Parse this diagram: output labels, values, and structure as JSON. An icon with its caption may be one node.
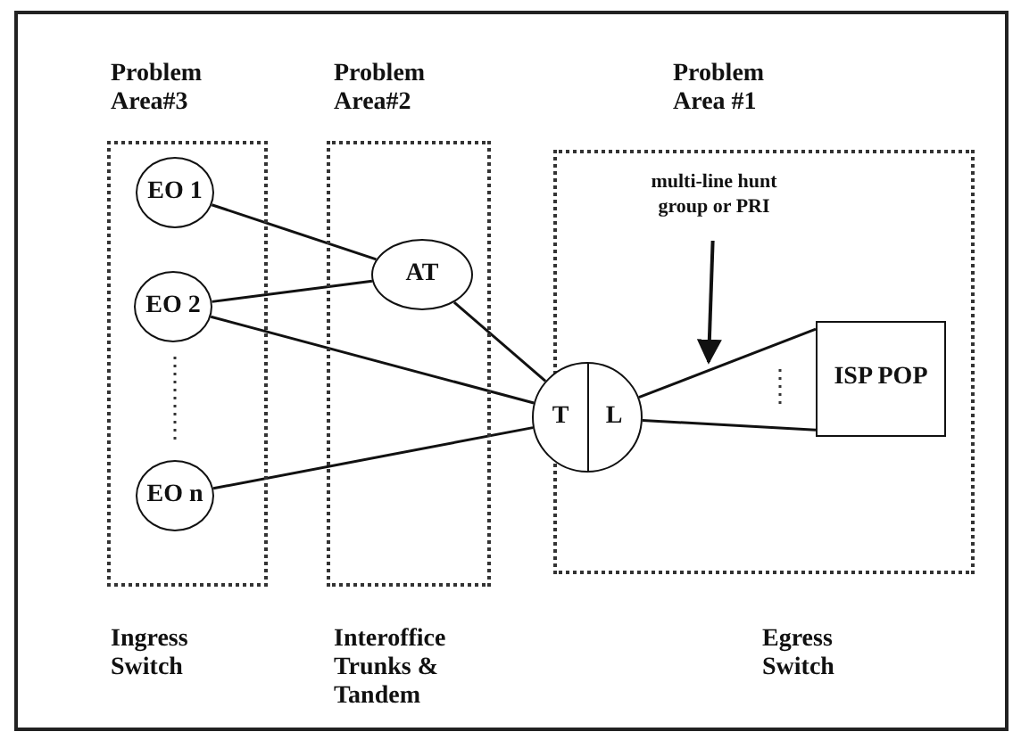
{
  "diagram": {
    "nodes": [
      {
        "text": [
          "Problem Area#3",
          "Ingress Switch"
        ]
      },
      {
        "text": [
          "EO 1"
        ],
        "in": 0
      },
      {
        "text": [
          "EO 2"
        ],
        "in": 0
      },
      {
        "text": [
          "EO n"
        ],
        "in": 0
      },
      {
        "text": [
          "Problem Area#2",
          "Interoffice Trunks & Tandem"
        ]
      },
      {
        "text": [
          "AT"
        ],
        "in": 4
      },
      {
        "text": [
          "Problem Area #1",
          "Egress Switch"
        ]
      },
      {
        "text": [
          "multi-line hunt group or PRI"
        ],
        "in": 6
      },
      {
        "text": [
          "T",
          "L"
        ],
        "in": 6
      },
      {
        "text": [
          "ISP POP"
        ],
        "in": 6
      }
    ],
    "edges": [
      {
        "from": 1,
        "to": 5,
        "arrow": "none"
      },
      {
        "from": 2,
        "to": 5,
        "arrow": "none"
      },
      {
        "from": 2,
        "to": 8,
        "arrow": "none"
      },
      {
        "from": 3,
        "to": 8,
        "arrow": "none"
      },
      {
        "from": 5,
        "to": 8,
        "arrow": "none"
      },
      {
        "from": 8,
        "to": 9,
        "arrow": "none"
      },
      {
        "from": 8,
        "to": 9,
        "arrow": "none"
      },
      {
        "from": 7,
        "to": null,
        "arrow": "to"
      }
    ]
  }
}
